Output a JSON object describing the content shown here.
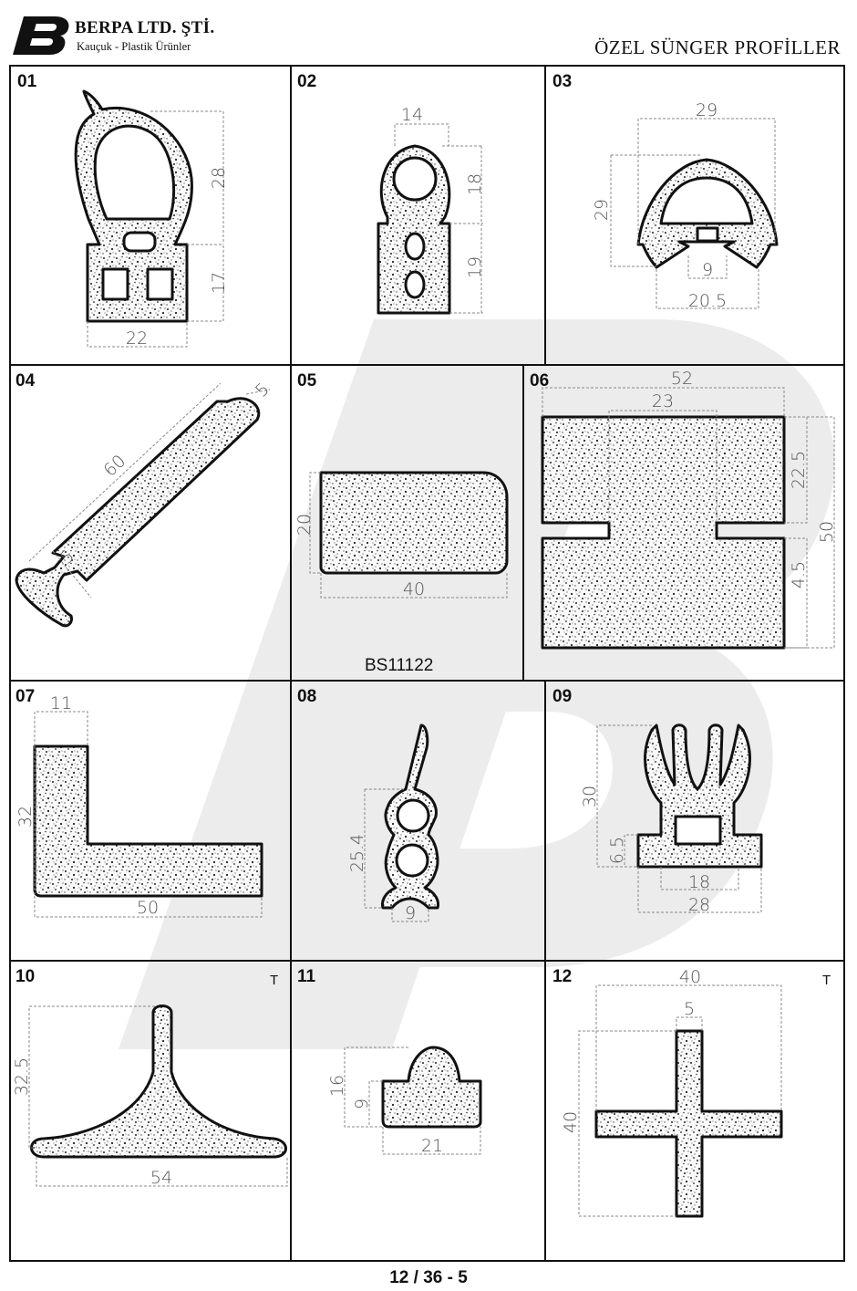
{
  "header": {
    "company": "BERPA LTD. ŞTİ.",
    "tagline": "Kauçuk - Plastik Ürünler",
    "title": "ÖZEL SÜNGER PROFİLLER"
  },
  "profiles": [
    {
      "no": "01",
      "dims": [
        "28",
        "17",
        "22"
      ]
    },
    {
      "no": "02",
      "dims": [
        "14",
        "18",
        "19"
      ]
    },
    {
      "no": "03",
      "dims": [
        "29",
        "29",
        "9",
        "20.5"
      ]
    },
    {
      "no": "04",
      "dims": [
        "60",
        "5",
        "5"
      ]
    },
    {
      "no": "05",
      "dims": [
        "20",
        "40"
      ],
      "code": "BS11122"
    },
    {
      "no": "06",
      "dims": [
        "52",
        "23",
        "22.5",
        "50",
        "4.5"
      ]
    },
    {
      "no": "07",
      "dims": [
        "11",
        "32",
        "50"
      ]
    },
    {
      "no": "08",
      "dims": [
        "25.4",
        "9"
      ]
    },
    {
      "no": "09",
      "dims": [
        "30",
        "6.5",
        "18",
        "28"
      ]
    },
    {
      "no": "10",
      "dims": [
        "32.5",
        "54"
      ],
      "mark": "T"
    },
    {
      "no": "11",
      "dims": [
        "16",
        "9",
        "21"
      ]
    },
    {
      "no": "12",
      "dims": [
        "40",
        "5",
        "40"
      ],
      "mark": "T"
    }
  ],
  "page_number": "12 / 36 - 5"
}
